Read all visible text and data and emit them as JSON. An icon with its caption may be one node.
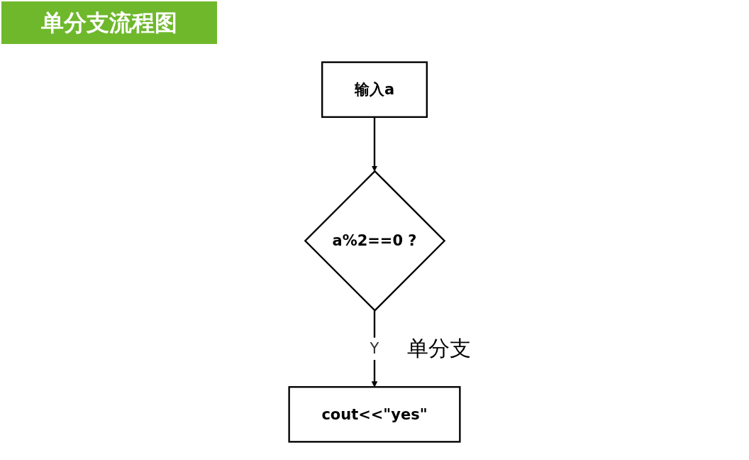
{
  "diagram": {
    "title": "单分支流程图",
    "nodes": [
      {
        "text": [
          "输入a"
        ]
      },
      {
        "text": [
          "a%2==0 ?"
        ]
      },
      {
        "text": [
          "cout<<\"yes\""
        ]
      }
    ],
    "edges": [
      {
        "from": 0,
        "to": 1,
        "arrow": "to"
      },
      {
        "from": 1,
        "to": 2,
        "arrow": "to",
        "label": "Y"
      }
    ],
    "labels": [
      "单分支"
    ]
  }
}
